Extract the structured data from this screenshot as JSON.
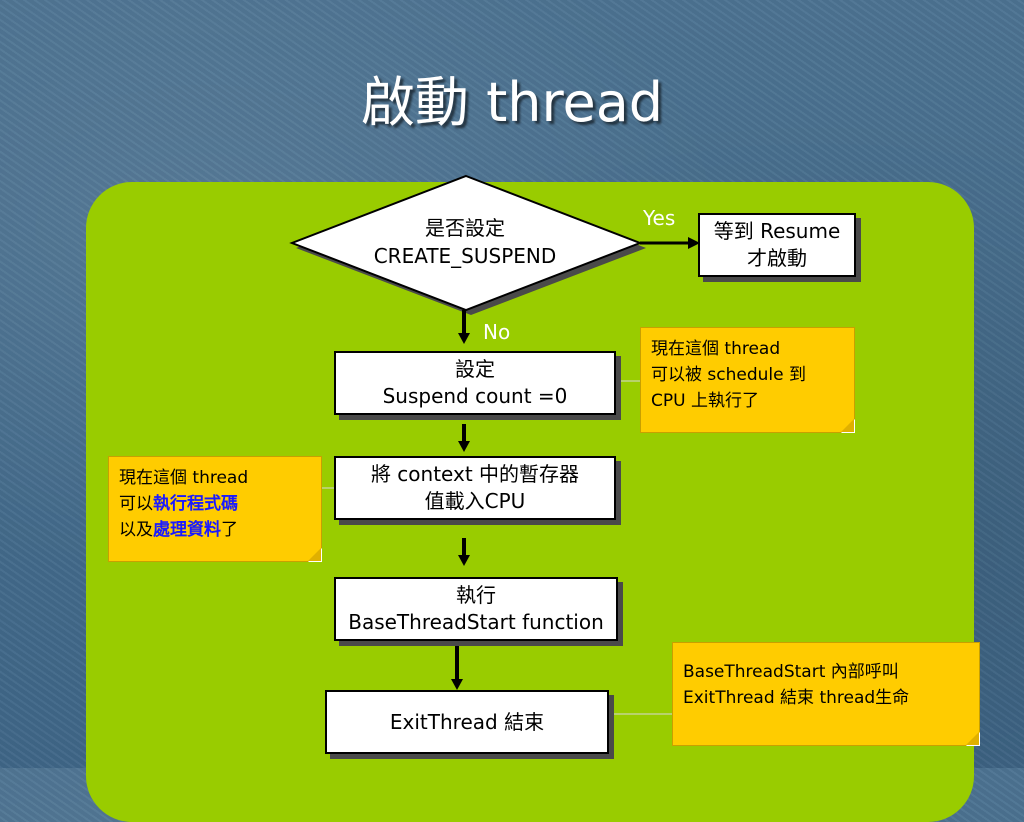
{
  "slide": {
    "title": "啟動 thread"
  },
  "flow": {
    "decision": {
      "line1": "是否設定",
      "line2": "CREATE_SUSPEND"
    },
    "yes_label": "Yes",
    "no_label": "No",
    "wait_box": {
      "line1": "等到 Resume",
      "line2": "才啟動"
    },
    "set_box": {
      "line1": "設定",
      "line2": "Suspend count =0"
    },
    "load_box": {
      "line1": "將 context 中的暫存器",
      "line2": "值載入CPU"
    },
    "exec_box": {
      "line1": "執行",
      "line2": "BaseThreadStart function"
    },
    "exit_box": {
      "line1": "ExitThread 結束"
    }
  },
  "notes": {
    "schedule": {
      "line1": "現在這個 thread",
      "line2": "可以被 schedule 到",
      "line3": "CPU 上執行了"
    },
    "execute": {
      "line1": "現在這個 thread",
      "line2_prefix": "可以",
      "line2_bold": "執行程式碼",
      "line3_prefix": "以及",
      "line3_bold": "處理資料",
      "line3_suffix": "了"
    },
    "basethread": {
      "line1": "BaseThreadStart 內部呼叫",
      "line2": "ExitThread 結束 thread生命"
    }
  },
  "colors": {
    "background": "#4c7392",
    "panel": "#99cc00",
    "note": "#ffcc00",
    "emphasis": "#1a1aff"
  }
}
